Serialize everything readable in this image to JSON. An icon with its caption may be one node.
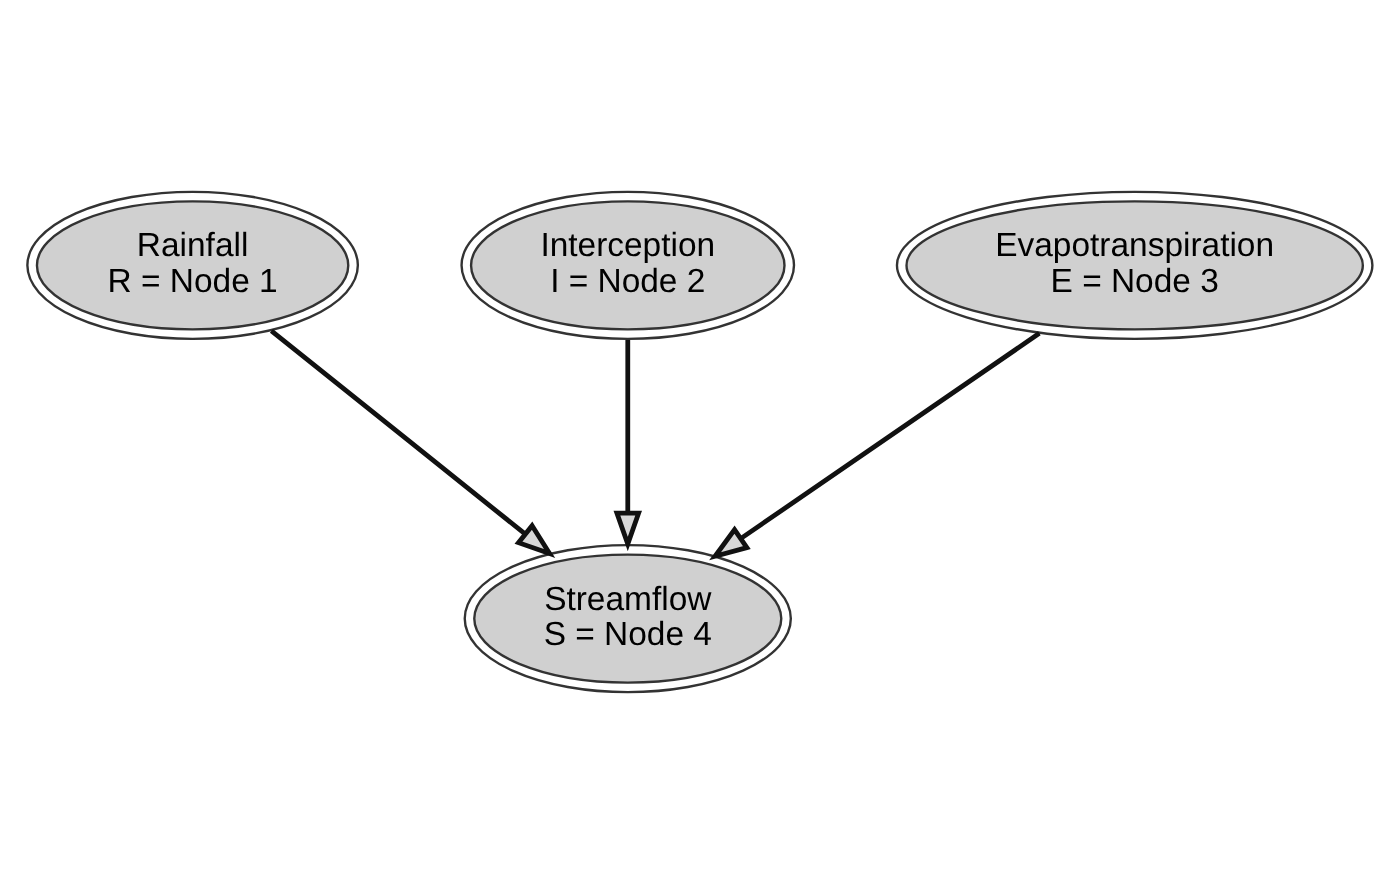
{
  "diagram": {
    "nodes": [
      {
        "text": [
          "Rainfall R = Node 1"
        ]
      },
      {
        "text": [
          "Interception I = Node 2"
        ]
      },
      {
        "text": [
          "Evapotranspiration E = Node 3"
        ]
      },
      {
        "text": [
          "Streamflow S = Node 4"
        ]
      }
    ],
    "edges": [
      {
        "from": 0,
        "to": 3,
        "arrow": "to"
      },
      {
        "from": 1,
        "to": 3,
        "arrow": "to"
      },
      {
        "from": 2,
        "to": 3,
        "arrow": "to"
      }
    ]
  }
}
